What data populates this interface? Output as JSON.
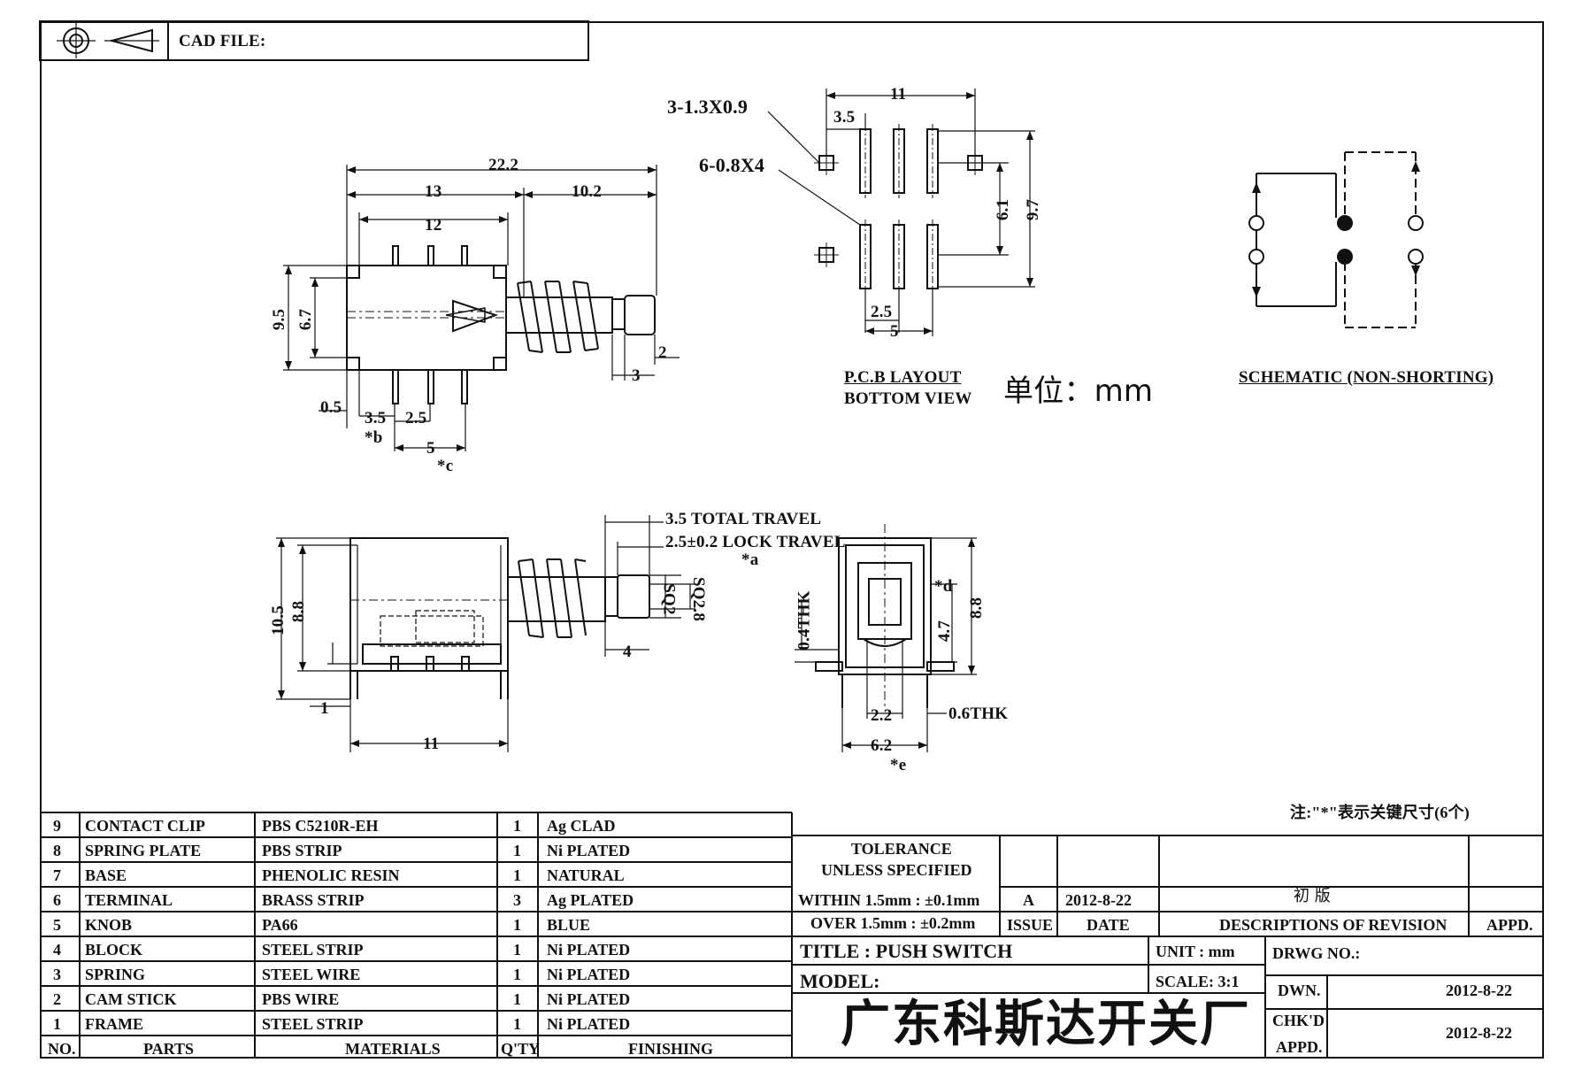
{
  "header": {
    "cad_label": "CAD FILE:"
  },
  "pcb": {
    "callout_pads": "3-1.3X0.9",
    "callout_slots": "6-0.8X4",
    "dim_11": "11",
    "dim_3_5": "3.5",
    "dim_6_1": "6.1",
    "dim_9_7": "9.7",
    "dim_2_5": "2.5",
    "dim_5": "5",
    "title_line1": "P.C.B LAYOUT",
    "title_line2": "BOTTOM VIEW"
  },
  "unit_text": "单位：mm",
  "schematic_title": "SCHEMATIC (NON-SHORTING)",
  "top_view": {
    "dim_22_2": "22.2",
    "dim_13": "13",
    "dim_10_2": "10.2",
    "dim_12": "12",
    "dim_9_5": "9.5",
    "dim_6_7": "6.7",
    "dim_2": "2",
    "dim_3": "3",
    "dim_0_5": "0.5",
    "dim_3_5": "3.5",
    "mark_b": "*b",
    "dim_2_5": "2.5",
    "dim_5": "5",
    "mark_c": "*c"
  },
  "side_view": {
    "total_travel": "3.5 TOTAL TRAVEL",
    "lock_travel": "2.5±0.2 LOCK TRAVEL",
    "mark_a": "*a",
    "dim_10_5": "10.5",
    "dim_8_8": "8.8",
    "dim_1": "1",
    "dim_sq2": "SQ2",
    "dim_sq2_8": "SQ2.8",
    "dim_4": "4",
    "dim_11": "11"
  },
  "end_view": {
    "dim_0_4thk": "0.4THK",
    "mark_d": "*d",
    "dim_4_7": "4.7",
    "dim_8_8": "8.8",
    "dim_2_2": "2.2",
    "dim_0_6thk": "0.6THK",
    "dim_6_2": "6.2",
    "mark_e": "*e"
  },
  "note": "注:\"*\"表示关键尺寸(6个)",
  "bom": {
    "headers": [
      "NO.",
      "PARTS",
      "MATERIALS",
      "Q'TY",
      "FINISHING"
    ],
    "rows": [
      [
        "9",
        "CONTACT CLIP",
        "PBS C5210R-EH",
        "1",
        "Ag CLAD"
      ],
      [
        "8",
        "SPRING PLATE",
        "PBS STRIP",
        "1",
        "Ni PLATED"
      ],
      [
        "7",
        "BASE",
        "PHENOLIC RESIN",
        "1",
        "NATURAL"
      ],
      [
        "6",
        "TERMINAL",
        "BRASS STRIP",
        "3",
        "Ag PLATED"
      ],
      [
        "5",
        "KNOB",
        "PA66",
        "1",
        "BLUE"
      ],
      [
        "4",
        "BLOCK",
        "STEEL STRIP",
        "1",
        "Ni PLATED"
      ],
      [
        "3",
        "SPRING",
        "STEEL WIRE",
        "1",
        "Ni PLATED"
      ],
      [
        "2",
        "CAM STICK",
        "PBS WIRE",
        "1",
        "Ni PLATED"
      ],
      [
        "1",
        "FRAME",
        "STEEL STRIP",
        "1",
        "Ni PLATED"
      ]
    ]
  },
  "title_block": {
    "tolerance_1": "TOLERANCE",
    "tolerance_2": "UNLESS   SPECIFIED",
    "tolerance_3": "WITHIN 1.5mm : ±0.1mm",
    "tolerance_4": "OVER 1.5mm : ±0.2mm",
    "rev_issue": "A",
    "rev_date": "2012-8-22",
    "rev_desc": "初 版",
    "hdr_issue": "ISSUE",
    "hdr_date": "DATE",
    "hdr_desc": "DESCRIPTIONS OF REVISION",
    "hdr_appd": "APPD.",
    "title": "TITLE : PUSH SWITCH",
    "unit": "UNIT :   mm",
    "drwg_no": "DRWG NO.:",
    "model": "MODEL:",
    "scale": "SCALE:   3:1",
    "dwn": "DWN.",
    "dwn_date": "2012-8-22",
    "chkd": "CHK'D",
    "appd": "APPD.",
    "appd_date": "2012-8-22",
    "company": "广东科斯达开关厂"
  }
}
